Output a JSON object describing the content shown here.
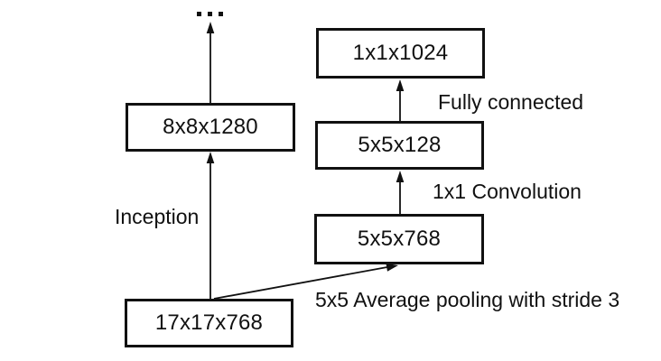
{
  "colors": {
    "line": "#111111",
    "background": "#ffffff",
    "box_fill": "#ffffff",
    "text": "#111111"
  },
  "diagram": {
    "nodes": [
      {
        "id": "output",
        "label": "1x1x1024"
      },
      {
        "id": "fc-input",
        "label": "5x5x128"
      },
      {
        "id": "pooled",
        "label": "5x5x768"
      },
      {
        "id": "inception-output",
        "label": "8x8x1280"
      },
      {
        "id": "input",
        "label": "17x17x768"
      }
    ],
    "edge_labels": {
      "inception": "Inception",
      "fully_connected": "Fully connected",
      "convolution": "1x1 Convolution",
      "average_pooling": "5x5 Average pooling with stride 3"
    },
    "icons": {
      "ellipsis_icon": "..."
    }
  }
}
